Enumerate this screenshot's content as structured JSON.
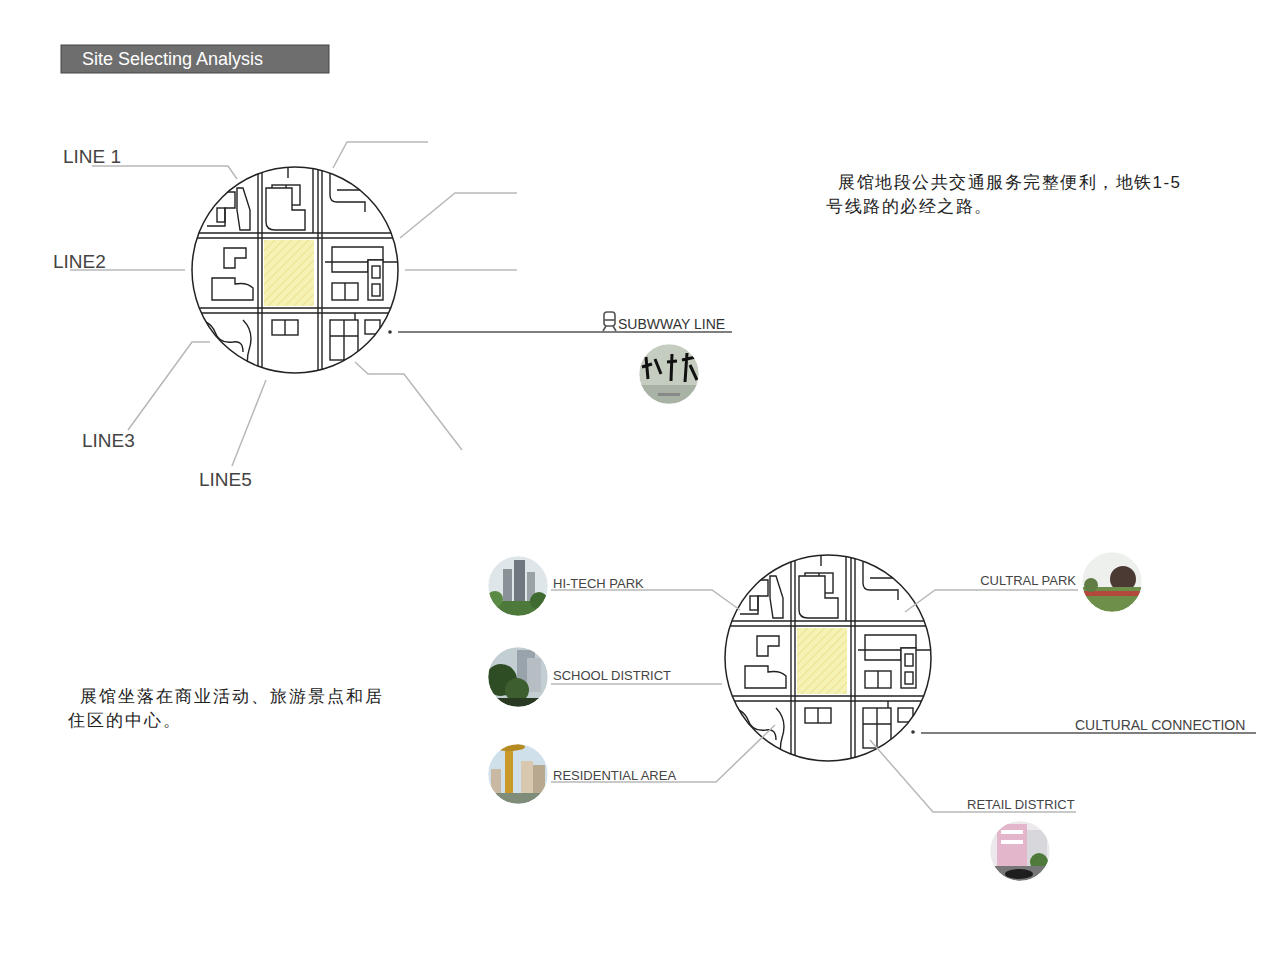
{
  "diagram": {
    "title": "Site Selecting Analysis",
    "nodes": [
      {
        "text": [
          "SUBWWAY LINE"
        ]
      },
      {
        "text": [
          "HI-TECH PARK"
        ]
      },
      {
        "text": [
          "CULTRAL PARK"
        ]
      },
      {
        "text": [
          "SCHOOL DISTRICT"
        ]
      },
      {
        "text": [
          "RESIDENTIAL AREA"
        ]
      },
      {
        "text": [
          "RETAIL DISTRICT"
        ]
      }
    ],
    "labels": [
      "LINE 1",
      "LINE2",
      "LINE3",
      "LINE5",
      "展馆地段公共交通服务完整便利，地铁1-5 号线路的必经之路。",
      "展馆坐落在商业活动、旅游景点和居 住区的中心。",
      "CULTURAL CONNECTION"
    ]
  }
}
